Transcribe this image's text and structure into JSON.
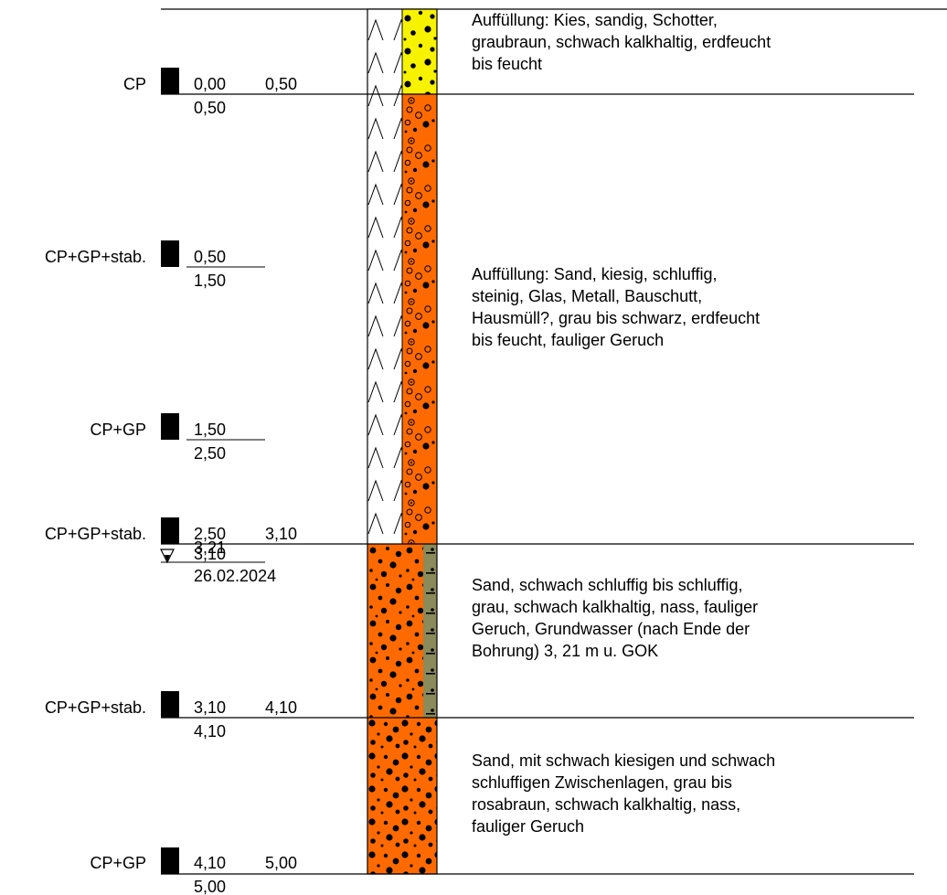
{
  "colors": {
    "layer_fill_1": "#f7f200",
    "layer_fill_2": "#ff6a00",
    "layer_fill_3": "#ff6a00",
    "layer_fill_4": "#ff6a00",
    "silt_band": "#8a8a5a",
    "line": "#000000"
  },
  "icons": {
    "fill_symbol": "tent-a-icon",
    "sample_marker": "sample-marker-icon",
    "groundwater": "groundwater-triangle-icon",
    "gravel": "gravel-dots-icon",
    "stones": "ring-circles-icon"
  },
  "layers": [
    {
      "description": [
        "Auffüllung: Kies, sandig, Schotter,",
        "graubraun, schwach kalkhaltig, erdfeucht",
        "bis feucht"
      ],
      "top_depth": "",
      "bottom_depth": "0,50",
      "pattern": "fill-gravel"
    },
    {
      "description": [
        "Auffüllung: Sand, kiesig, schluffig,",
        "steinig, Glas, Metall, Bauschutt,",
        "Hausmüll?, grau bis schwarz, erdfeucht",
        "bis feucht, fauliger Geruch"
      ],
      "top_depth": "0,50",
      "bottom_depth": "3,10",
      "pattern": "fill-sand-stones"
    },
    {
      "description": [
        "Sand, schwach schluffig bis schluffig,",
        "grau, schwach kalkhaltig, nass, fauliger",
        "Geruch, Grundwasser (nach Ende der",
        "Bohrung) 3, 21 m u. GOK"
      ],
      "top_depth": "3,10",
      "bottom_depth": "4,10",
      "pattern": "sand-silt"
    },
    {
      "description": [
        "Sand, mit schwach kiesigen und schwach",
        "schluffigen Zwischenlagen, grau bis",
        "rosabraun, schwach kalkhaltig, nass,",
        "fauliger Geruch"
      ],
      "top_depth": "4,10",
      "bottom_depth": "5,00",
      "pattern": "sand-gravel"
    }
  ],
  "samples": [
    {
      "label": "CP",
      "top": "0,00",
      "bottom": "0,50"
    },
    {
      "label": "CP+GP+stab.",
      "top": "0,50",
      "bottom": "1,50"
    },
    {
      "label": "CP+GP",
      "top": "1,50",
      "bottom": "2,50"
    },
    {
      "label": "CP+GP+stab.",
      "top": "2,50",
      "bottom": "3,10"
    },
    {
      "label": "CP+GP+stab.",
      "top": "3,10",
      "bottom": "4,10"
    },
    {
      "label": "CP+GP",
      "top": "4,10",
      "bottom": "5,00"
    }
  ],
  "groundwater": {
    "depth_a": "3,21",
    "depth_b": "3,10",
    "date": "26.02.2024"
  }
}
